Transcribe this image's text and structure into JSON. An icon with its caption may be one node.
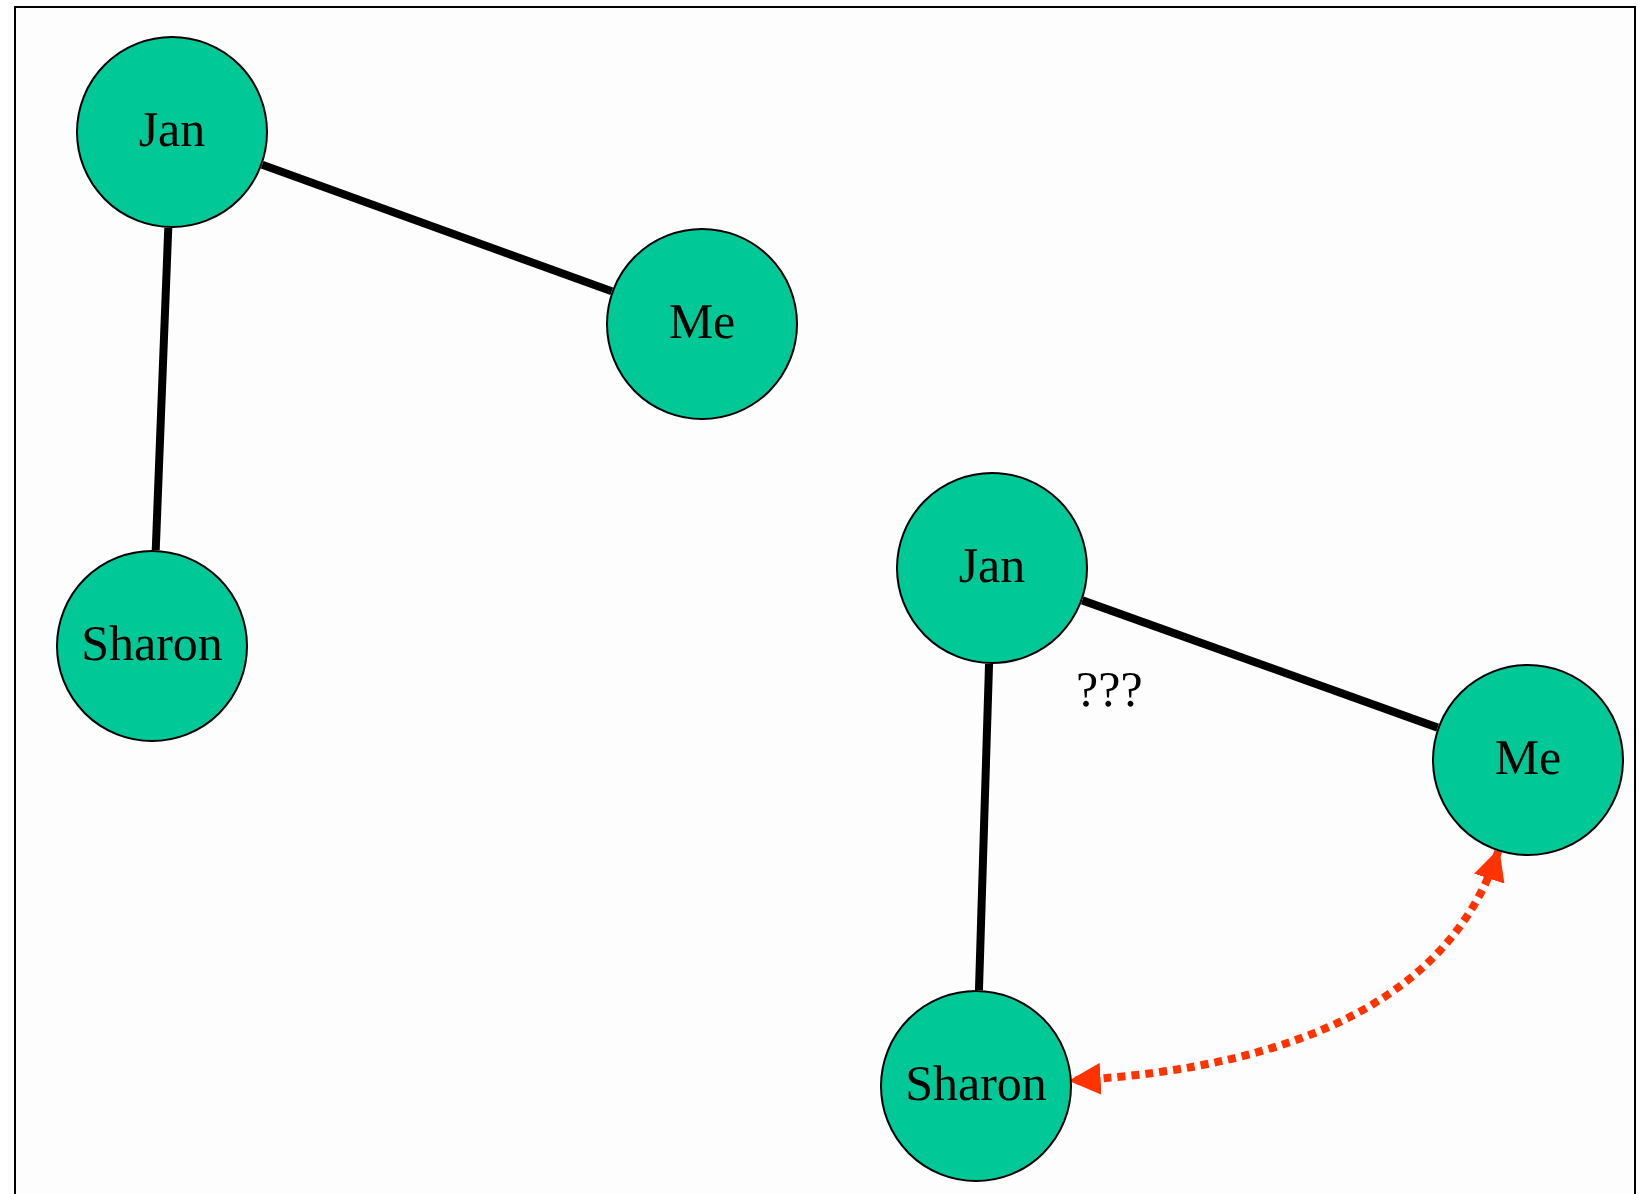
{
  "diagram": {
    "nodes": [
      {
        "text": [
          "Jan"
        ]
      },
      {
        "text": [
          "Me"
        ]
      },
      {
        "text": [
          "Sharon"
        ]
      },
      {
        "text": [
          "Jan"
        ]
      },
      {
        "text": [
          "Me"
        ]
      },
      {
        "text": [
          "Sharon"
        ]
      }
    ],
    "edges": [
      {
        "from": 0,
        "to": 1,
        "arrow": "none"
      },
      {
        "from": 0,
        "to": 2,
        "arrow": "none"
      },
      {
        "from": 3,
        "to": 4,
        "arrow": "none"
      },
      {
        "from": 3,
        "to": 5,
        "arrow": "none"
      },
      {
        "from": 4,
        "to": 5,
        "arrow": "both",
        "style": "dashed",
        "color": "#ff3300"
      }
    ],
    "labels": [
      "???"
    ]
  }
}
